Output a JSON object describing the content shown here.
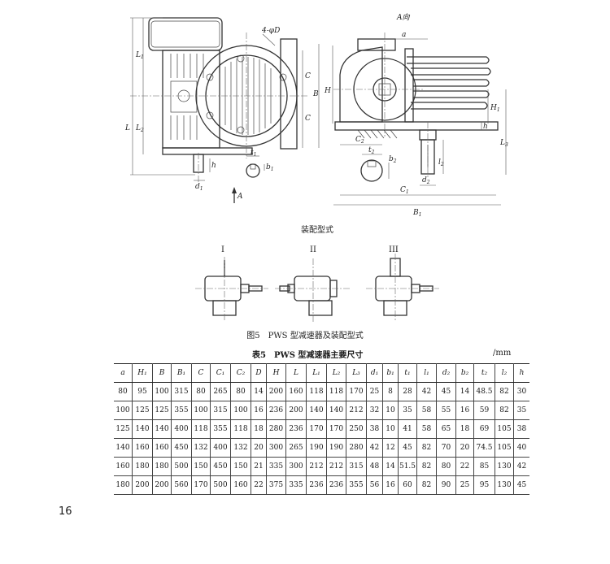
{
  "drawing": {
    "labels": {
      "view_label": "A向",
      "hole_spec": "4-φD",
      "assembly_title": "装配型式",
      "arrow_a": "A",
      "dim_a": "a",
      "L": "L",
      "L1": "L",
      "L1_sub": "1",
      "L2": "L",
      "L2_sub": "2",
      "L3": "L",
      "L3_sub": "3",
      "C": "C",
      "B": "B",
      "H": "H",
      "H1": "H",
      "H1_sub": "1",
      "h": "h",
      "h_right": "h",
      "d1": "d",
      "d1_sub": "1",
      "t1": "t",
      "t1_sub": "1",
      "b1": "b",
      "b1_sub": "1",
      "l1": "l",
      "l1_sub": "1",
      "t2": "t",
      "t2_sub": "2",
      "b2": "b",
      "b2_sub": "2",
      "d2": "d",
      "d2_sub": "2",
      "l2": "l",
      "l2_sub": "2",
      "C1": "C",
      "C1_sub": "1",
      "C2": "C",
      "C2_sub": "2",
      "B1": "B",
      "B1_sub": "1"
    },
    "types": [
      "I",
      "II",
      "III"
    ]
  },
  "figure_caption": "图5　PWS 型减速器及装配型式",
  "table": {
    "title": "表5　PWS 型减速器主要尺寸",
    "unit": "/mm",
    "headers": [
      "a",
      "H₁",
      "B",
      "B₁",
      "C",
      "C₁",
      "C₂",
      "D",
      "H",
      "L",
      "L₁",
      "L₂",
      "L₃",
      "d₁",
      "b₁",
      "t₁",
      "l₁",
      "d₂",
      "b₂",
      "t₂",
      "l₂",
      "h"
    ],
    "rows": [
      [
        "80",
        "95",
        "100",
        "315",
        "80",
        "265",
        "80",
        "14",
        "200",
        "160",
        "118",
        "118",
        "170",
        "25",
        "8",
        "28",
        "42",
        "45",
        "14",
        "48.5",
        "82",
        "30"
      ],
      [
        "100",
        "125",
        "125",
        "355",
        "100",
        "315",
        "100",
        "16",
        "236",
        "200",
        "140",
        "140",
        "212",
        "32",
        "10",
        "35",
        "58",
        "55",
        "16",
        "59",
        "82",
        "35"
      ],
      [
        "125",
        "140",
        "140",
        "400",
        "118",
        "355",
        "118",
        "18",
        "280",
        "236",
        "170",
        "170",
        "250",
        "38",
        "10",
        "41",
        "58",
        "65",
        "18",
        "69",
        "105",
        "38"
      ],
      [
        "140",
        "160",
        "160",
        "450",
        "132",
        "400",
        "132",
        "20",
        "300",
        "265",
        "190",
        "190",
        "280",
        "42",
        "12",
        "45",
        "82",
        "70",
        "20",
        "74.5",
        "105",
        "40"
      ],
      [
        "160",
        "180",
        "180",
        "500",
        "150",
        "450",
        "150",
        "21",
        "335",
        "300",
        "212",
        "212",
        "315",
        "48",
        "14",
        "51.5",
        "82",
        "80",
        "22",
        "85",
        "130",
        "42"
      ],
      [
        "180",
        "200",
        "200",
        "560",
        "170",
        "500",
        "160",
        "22",
        "375",
        "335",
        "236",
        "236",
        "355",
        "56",
        "16",
        "60",
        "82",
        "90",
        "25",
        "95",
        "130",
        "45"
      ]
    ]
  },
  "page_number": "16"
}
